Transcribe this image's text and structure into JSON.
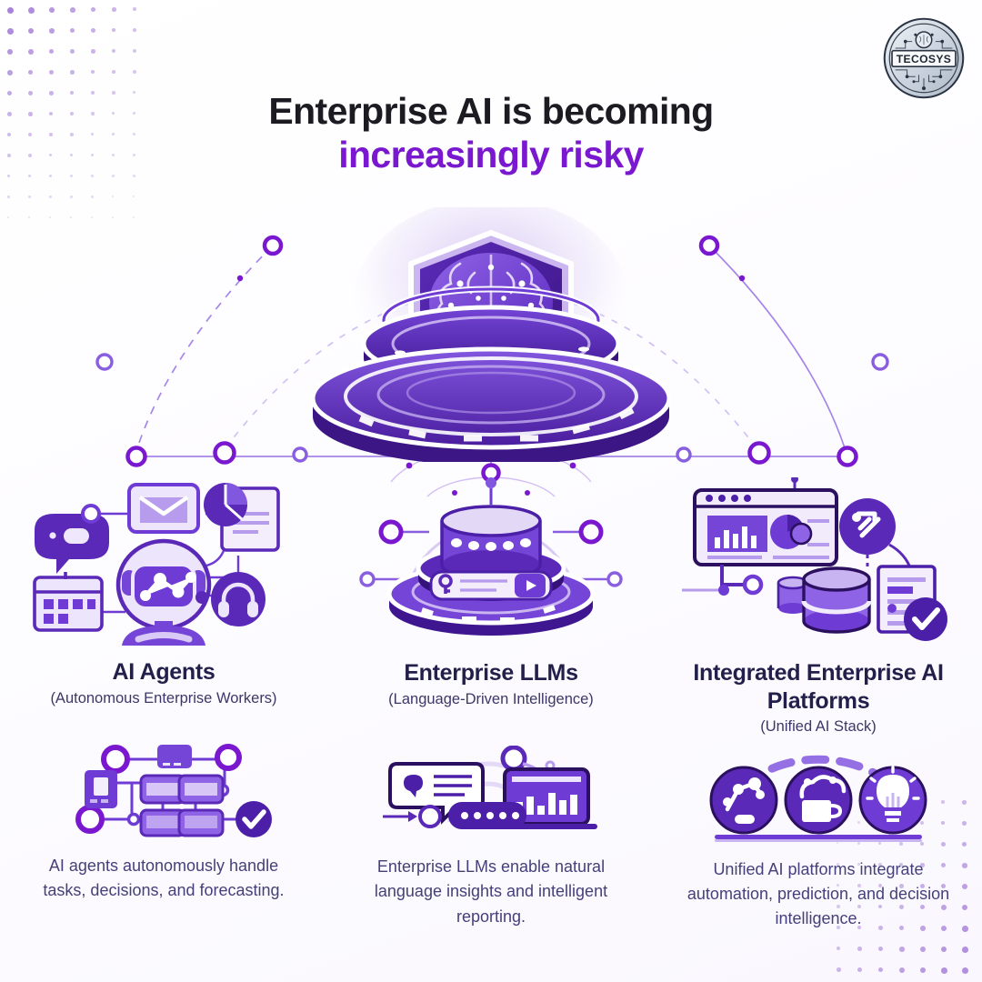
{
  "brand": {
    "logo_text": "TECOSYS",
    "logo_icon": "circuit-brain-badge-icon"
  },
  "title": {
    "line1": "Enterprise AI is becoming",
    "line2": "increasingly risky"
  },
  "hero": {
    "icon": "brain-shield-platform-icon",
    "alt": "AI brain protected by shield on a platform with network nodes"
  },
  "colors": {
    "accent": "#7A18D0",
    "deep_purple": "#4B1FA8",
    "mid_purple": "#6E3BD4",
    "light_purple": "#A98BE8",
    "pale_purple": "#E3D9F7",
    "headline_dark": "#1C1B22",
    "column_title": "#221F4A",
    "body_text": "#45407A",
    "dot_grid": "#9B6FD4",
    "background": "#FFFFFF"
  },
  "columns": [
    {
      "title": "AI Agents",
      "subtitle": "(Autonomous Enterprise Workers)",
      "description": "AI agents autonomously handle tasks, decisions, and forecasting.",
      "art_icon": "robot-agent-cluster-icon",
      "art_parts": [
        "robot-head-icon",
        "envelope-icon",
        "pie-chart-document-icon",
        "chat-bubble-icon",
        "calendar-icon",
        "headset-icon"
      ],
      "lower_art_icon": "workflow-diagram-icon",
      "lower_art_parts": [
        "node-circle-icon",
        "device-icon",
        "process-box-icon",
        "check-circle-icon"
      ]
    },
    {
      "title": "Enterprise LLMs",
      "subtitle": "(Language-Driven Intelligence)",
      "description": "Enterprise LLMs enable natural language insights and intelligent reporting.",
      "art_icon": "llm-datastack-icon",
      "art_parts": [
        "database-cylinder-icon",
        "search-bar-icon",
        "key-icon",
        "play-button-icon",
        "orbit-ring-icon"
      ],
      "lower_art_icon": "chat-analytics-icon",
      "lower_art_parts": [
        "speech-bubble-icon",
        "laptop-bar-chart-icon",
        "dots-pill-icon"
      ]
    },
    {
      "title": "Integrated Enterprise AI Platforms",
      "subtitle": "(Unified AI Stack)",
      "description": "Unified AI platforms integrate automation, prediction, and decision intelligence.",
      "art_icon": "dashboard-platform-icon",
      "art_parts": [
        "browser-window-icon",
        "bar-chart-icon",
        "pie-chart-icon",
        "badge-icon",
        "database-stack-icon",
        "document-check-icon"
      ],
      "lower_art_icon": "capability-circles-icon",
      "lower_art_parts": [
        "robot-arm-icon",
        "cloud-analytics-icon",
        "lightbulb-icon"
      ]
    }
  ]
}
